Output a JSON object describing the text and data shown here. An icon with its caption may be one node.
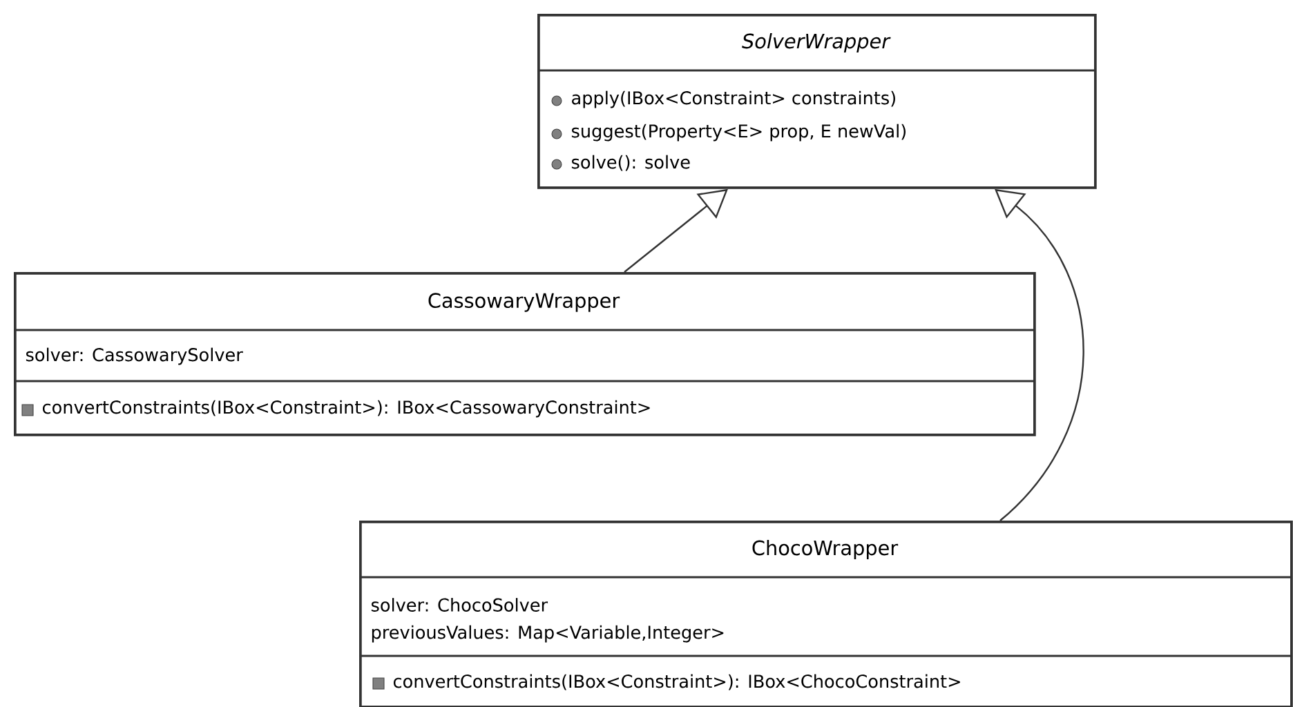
{
  "diagram": {
    "nodes": [
      {
        "text": [
          "SolverWrapper",
          "apply(IBox<Constraint> constraints)",
          "suggest(Property<E> prop, E newVal)",
          "solve(): solve"
        ]
      },
      {
        "text": [
          "CassowaryWrapper",
          "solver: CassowarySolver",
          "convertConstraints(IBox<Constraint>): IBox<CassowaryConstraint>"
        ]
      },
      {
        "text": [
          "ChocoWrapper",
          "solver: ChocoSolver",
          "previousValues: Map<Variable,Integer>",
          "convertConstraints(IBox<Constraint>): IBox<ChocoConstraint>"
        ]
      }
    ],
    "edges": [
      {
        "from": 1,
        "to": 0,
        "arrow": "to"
      },
      {
        "from": 2,
        "to": 0,
        "arrow": "to"
      }
    ]
  }
}
